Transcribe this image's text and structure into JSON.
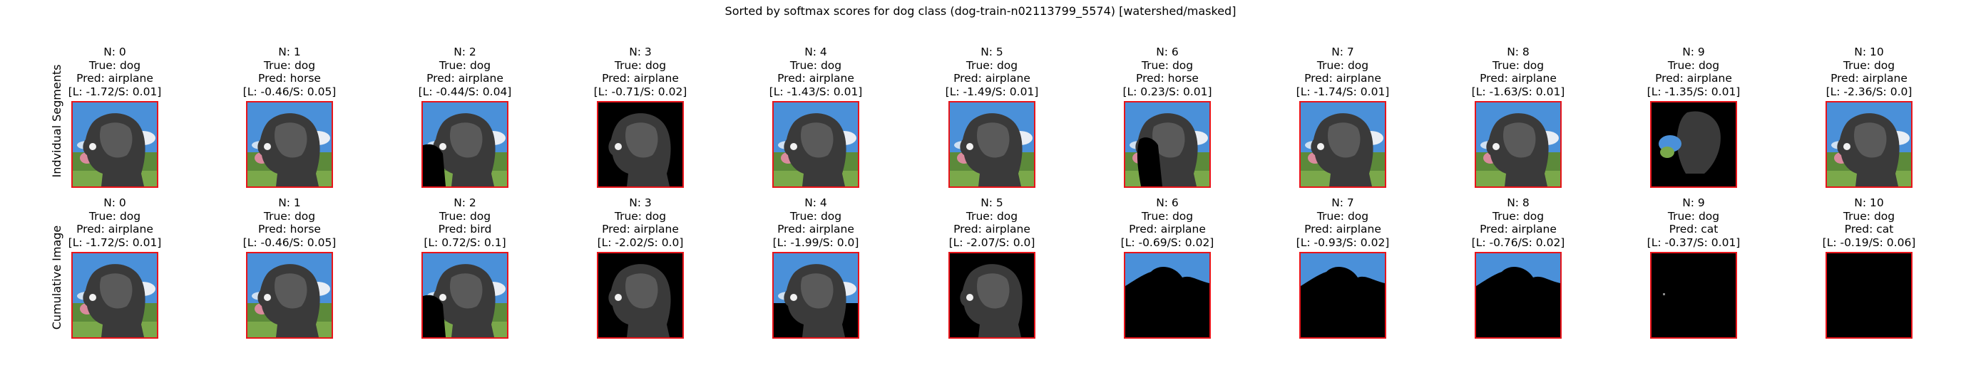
{
  "title": "Sorted by softmax scores for dog class (dog-train-n02113799_5574) [watershed/masked]",
  "rows": [
    {
      "ylabel": "Indvidual Segments",
      "panels": [
        {
          "n": "N: 0",
          "true_label": "True: dog",
          "pred": "Pred: airplane",
          "score": "[L: -1.72/S: 0.01]",
          "mask": "full"
        },
        {
          "n": "N: 1",
          "true_label": "True: dog",
          "pred": "Pred: horse",
          "score": "[L: -0.46/S: 0.05]",
          "mask": "full"
        },
        {
          "n": "N: 2",
          "true_label": "True: dog",
          "pred": "Pred: airplane",
          "score": "[L: -0.44/S: 0.04]",
          "mask": "left-black"
        },
        {
          "n": "N: 3",
          "true_label": "True: dog",
          "pred": "Pred: airplane",
          "score": "[L: -0.71/S: 0.02]",
          "mask": "dog-only"
        },
        {
          "n": "N: 4",
          "true_label": "True: dog",
          "pred": "Pred: airplane",
          "score": "[L: -1.43/S: 0.01]",
          "mask": "full"
        },
        {
          "n": "N: 5",
          "true_label": "True: dog",
          "pred": "Pred: airplane",
          "score": "[L: -1.49/S: 0.01]",
          "mask": "full"
        },
        {
          "n": "N: 6",
          "true_label": "True: dog",
          "pred": "Pred: horse",
          "score": "[L: 0.23/S: 0.01]",
          "mask": "center-black"
        },
        {
          "n": "N: 7",
          "true_label": "True: dog",
          "pred": "Pred: airplane",
          "score": "[L: -1.74/S: 0.01]",
          "mask": "full"
        },
        {
          "n": "N: 8",
          "true_label": "True: dog",
          "pred": "Pred: airplane",
          "score": "[L: -1.63/S: 0.01]",
          "mask": "full"
        },
        {
          "n": "N: 9",
          "true_label": "True: dog",
          "pred": "Pred: airplane",
          "score": "[L: -1.35/S: 0.01]",
          "mask": "head-only"
        },
        {
          "n": "N: 10",
          "true_label": "True: dog",
          "pred": "Pred: airplane",
          "score": "[L: -2.36/S: 0.0]",
          "mask": "full"
        }
      ]
    },
    {
      "ylabel": "Cumulative Image",
      "panels": [
        {
          "n": "N: 0",
          "true_label": "True: dog",
          "pred": "Pred: airplane",
          "score": "[L: -1.72/S: 0.01]",
          "mask": "full"
        },
        {
          "n": "N: 1",
          "true_label": "True: dog",
          "pred": "Pred: horse",
          "score": "[L: -0.46/S: 0.05]",
          "mask": "full"
        },
        {
          "n": "N: 2",
          "true_label": "True: dog",
          "pred": "Pred: bird",
          "score": "[L: 0.72/S: 0.1]",
          "mask": "left-black"
        },
        {
          "n": "N: 3",
          "true_label": "True: dog",
          "pred": "Pred: airplane",
          "score": "[L: -2.02/S: 0.0]",
          "mask": "dog-only"
        },
        {
          "n": "N: 4",
          "true_label": "True: dog",
          "pred": "Pred: airplane",
          "score": "[L: -1.99/S: 0.0]",
          "mask": "dog-sky"
        },
        {
          "n": "N: 5",
          "true_label": "True: dog",
          "pred": "Pred: airplane",
          "score": "[L: -2.07/S: 0.0]",
          "mask": "dog-only"
        },
        {
          "n": "N: 6",
          "true_label": "True: dog",
          "pred": "Pred: airplane",
          "score": "[L: -0.69/S: 0.02]",
          "mask": "sky-only"
        },
        {
          "n": "N: 7",
          "true_label": "True: dog",
          "pred": "Pred: airplane",
          "score": "[L: -0.93/S: 0.02]",
          "mask": "sky-only"
        },
        {
          "n": "N: 8",
          "true_label": "True: dog",
          "pred": "Pred: airplane",
          "score": "[L: -0.76/S: 0.02]",
          "mask": "sky-only"
        },
        {
          "n": "N: 9",
          "true_label": "True: dog",
          "pred": "Pred: cat",
          "score": "[L: -0.37/S: 0.01]",
          "mask": "black-dot"
        },
        {
          "n": "N: 10",
          "true_label": "True: dog",
          "pred": "Pred: cat",
          "score": "[L: -0.19/S: 0.06]",
          "mask": "black"
        }
      ]
    }
  ],
  "colors": {
    "frame": "#e8141a",
    "sky": "#4a90d9",
    "grass": "#5c8a3a",
    "dog": "#3a3a3a",
    "mask": "#000000"
  }
}
